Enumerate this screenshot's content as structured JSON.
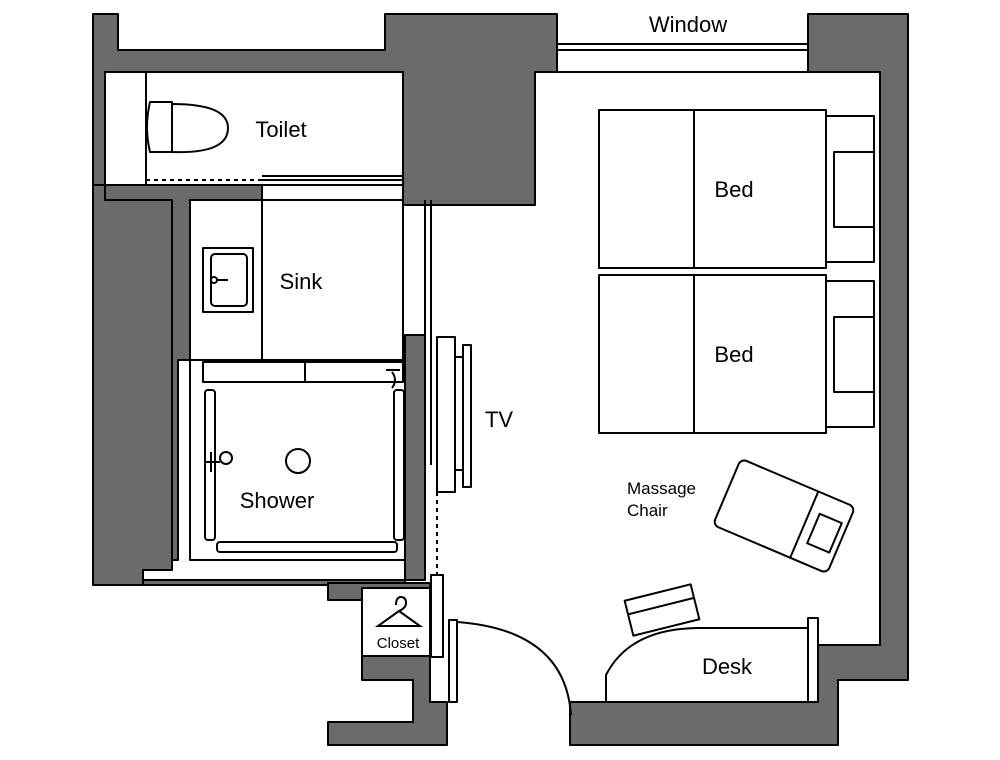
{
  "labels": {
    "window": "Window",
    "toilet": "Toilet",
    "sink": "Sink",
    "shower": "Shower",
    "closet": "Closet",
    "tv": "TV",
    "bed_top": "Bed",
    "bed_bottom": "Bed",
    "massage_chair_line1": "Massage",
    "massage_chair_line2": "Chair",
    "desk": "Desk"
  },
  "colors": {
    "wall": "#6b6b6b",
    "fixture": "#ffffff",
    "line": "#000000"
  }
}
